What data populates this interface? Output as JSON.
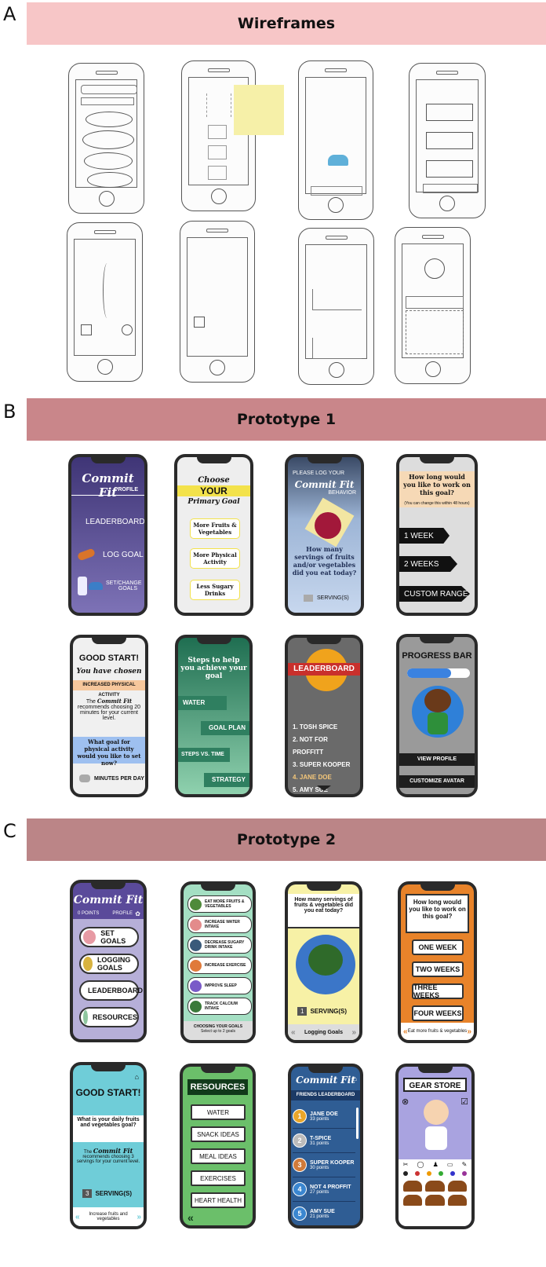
{
  "sections": {
    "a": {
      "letter": "A",
      "title": "Wireframes"
    },
    "b": {
      "letter": "B",
      "title": "Prototype 1"
    },
    "c": {
      "letter": "C",
      "title": "Prototype 2"
    }
  },
  "colors": {
    "banner_a": "#f7c6c7",
    "banner_b": "#c9868a",
    "banner_c": "#bb8587",
    "purple": "#5a4a9a",
    "green": "#6bbf8a",
    "orange": "#e8832a",
    "yellow": "#f6f0a8"
  },
  "p1": {
    "dash": {
      "brand": "Commit Fit",
      "profile": "PROFILE",
      "items": [
        "LEADERBOARD",
        "LOG GOAL",
        "SET/CHANGE GOALS"
      ]
    },
    "goal": {
      "choose": "Choose",
      "your": "YOUR",
      "primary": "Primary Goal",
      "options": [
        "More Fruits & Vegetables",
        "More Physical Activity",
        "Less Sugary Drinks"
      ]
    },
    "log": {
      "please": "PLEASE LOG YOUR",
      "brand": "Commit Fit",
      "behavior": "BEHAVIOR",
      "question": "How many servings of fruits and/or vegetables did you eat today?",
      "servings": "SERVING(S)"
    },
    "time": {
      "question": "How long would you like to work on this goal?",
      "note": "(You can change this within 48 hours)",
      "options": [
        "1 WEEK",
        "2 WEEKS",
        "CUSTOM RANGE"
      ]
    },
    "start": {
      "title": "GOOD START!",
      "chosen": "You have chosen",
      "goal": "INCREASED PHYSICAL ACTIVITY",
      "the": "The",
      "brand": "Commit Fit",
      "rec": "recommends choosing 20 minutes for your current level.",
      "question": "What goal for physical activity would you like to set now?",
      "unit": "MINUTES PER DAY"
    },
    "steps": {
      "title": "Steps to help you achieve your goal",
      "items": [
        "WATER",
        "GOAL PLAN",
        "STEPS VS. TIME",
        "STRATEGY"
      ]
    },
    "leader": {
      "title": "LEADERBOARD",
      "rows": [
        "1. TOSH SPICE",
        "2.  NOT FOR PROFFITT",
        "3. SUPER KOOPER",
        "4. JANE DOE",
        "5. AMY SUE"
      ]
    },
    "progress": {
      "title": "PROGRESS BAR",
      "level": 0.7,
      "buttons": [
        "VIEW PROFILE",
        "CUSTOMIZE AVATAR"
      ]
    }
  },
  "p2": {
    "dash": {
      "brand": "Commit Fit",
      "points": "0  POINTS",
      "profile": "PROFILE",
      "items": [
        "SET GOALS",
        "LOGGING GOALS",
        "LEADERBOARD",
        "RESOURCES"
      ]
    },
    "goals": {
      "items": [
        "EAT MORE FRUITS & VEGETABLES",
        "INCREASE WATER INTAKE",
        "DECREASE SUGARY DRINK INTAKE",
        "INCREASE EXERCISE",
        "IMPROVE SLEEP",
        "TRACK CALCIUM INTAKE"
      ],
      "footer": "CHOOSING YOUR GOALS",
      "footer_sub": "Select up to 2 goals"
    },
    "log": {
      "question": "How many servings of fruits & vegetables did you eat today?",
      "count": "1",
      "servings": "SERVING(S)",
      "footer": "Logging Goals"
    },
    "time": {
      "question": "How long would you like to work on this goal?",
      "options": [
        "ONE WEEK",
        "TWO WEEKS",
        "THREE WEEKS",
        "FOUR WEEKS"
      ],
      "footer": "Eat more fruits & vegetables"
    },
    "start": {
      "title": "GOOD START!",
      "question": "What is your daily fruits and vegetables goal?",
      "the": "The",
      "brand": "Commit Fit",
      "rec": "recommends choosing 3 servings for your current level.",
      "count": "3",
      "servings": "SERVING(S)",
      "footer": "Increase fruits and vegetables"
    },
    "resources": {
      "title": "RESOURCES",
      "items": [
        "WATER",
        "SNACK IDEAS",
        "MEAL IDEAS",
        "EXERCISES",
        "HEART HEALTH"
      ]
    },
    "friends": {
      "brand": "Commit Fit",
      "title": "FRIENDS LEADERBOARD",
      "rows": [
        {
          "rank": "1",
          "name": "JANE DOE",
          "points": "33 points"
        },
        {
          "rank": "2",
          "name": "T-SPICE",
          "points": "31 points"
        },
        {
          "rank": "3",
          "name": "SUPER KOOPER",
          "points": "30 points"
        },
        {
          "rank": "4",
          "name": "NOT 4 PROFFIT",
          "points": "27 points"
        },
        {
          "rank": "5",
          "name": "AMY SUE",
          "points": "21 points"
        }
      ]
    },
    "gear": {
      "title": "GEAR STORE"
    }
  }
}
